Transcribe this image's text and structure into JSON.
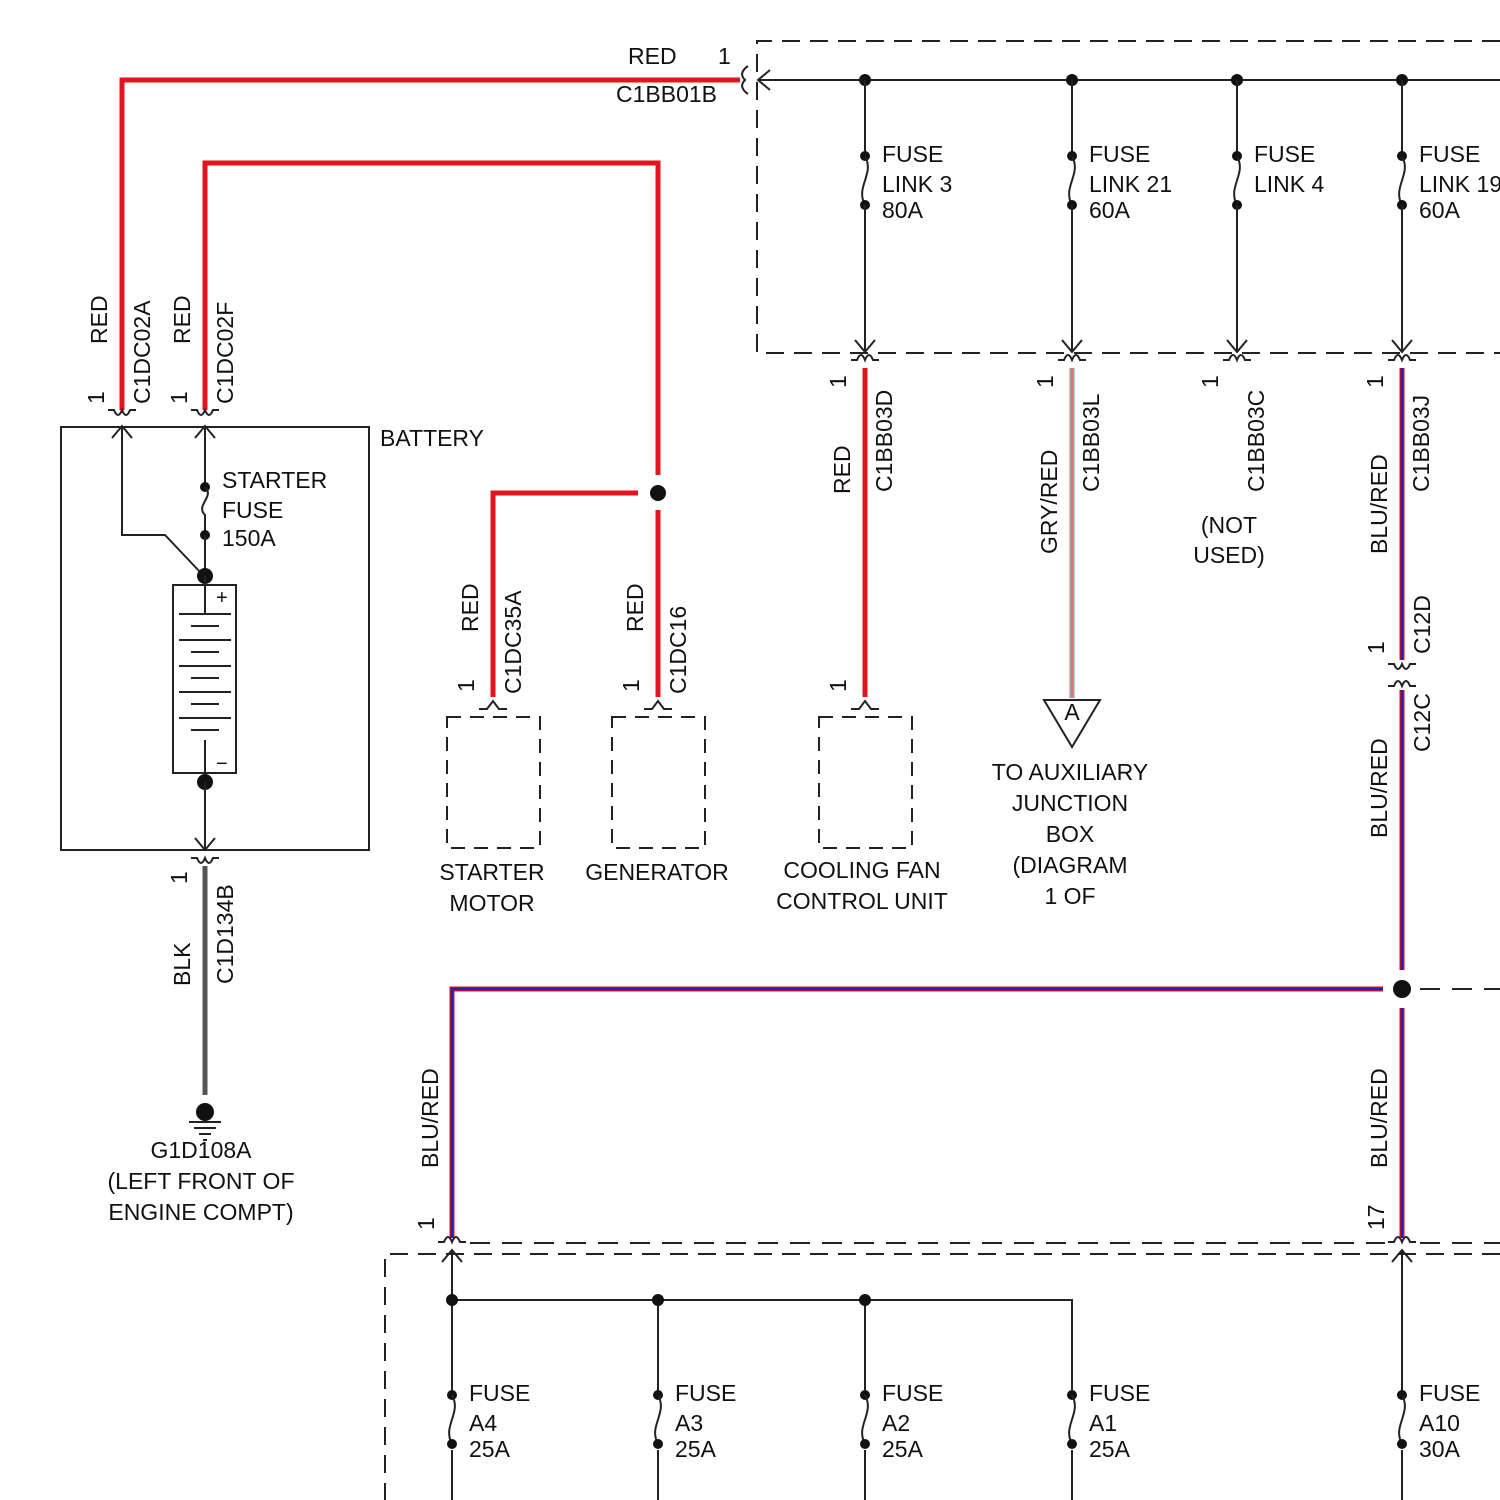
{
  "colors": {
    "red": "#e3141b",
    "blu_red_outer": "#d0141b",
    "blu_red_inner": "#2a1fb5",
    "gry_red_outer": "#9a9a9a",
    "gry_red_inner": "#e07878",
    "blk": "#555555",
    "line": "#222222"
  },
  "top_wire": {
    "color": "RED",
    "pin": "1",
    "connector": "C1BB01B"
  },
  "battery": {
    "title": "BATTERY",
    "fuse_lines": [
      "STARTER",
      "FUSE",
      "150A"
    ],
    "plus": "+",
    "minus": "−",
    "conn_left": {
      "pin": "1",
      "color": "RED",
      "connector": "C1DC02A"
    },
    "conn_right": {
      "pin": "1",
      "color": "RED",
      "connector": "C1DC02F"
    },
    "ground_conn": {
      "pin": "1",
      "color": "BLK",
      "connector": "C1D134B"
    }
  },
  "ground": {
    "lines": [
      "G1D108A",
      "(LEFT FRONT OF",
      "ENGINE COMPT)"
    ]
  },
  "fuse_links": [
    {
      "lines": [
        "FUSE",
        "LINK 3",
        "80A"
      ]
    },
    {
      "lines": [
        "FUSE",
        "LINK 21",
        "60A"
      ]
    },
    {
      "lines": [
        "FUSE",
        "LINK 4",
        ""
      ]
    },
    {
      "lines": [
        "FUSE",
        "LINK 19",
        "60A"
      ]
    }
  ],
  "fuse_link_outputs": [
    {
      "pin": "1",
      "color": "RED",
      "connector": "C1BB03D"
    },
    {
      "pin": "1",
      "color": "GRY/RED",
      "connector": "C1BB03L"
    },
    {
      "pin": "1",
      "color": "",
      "connector": "C1BB03C",
      "note_lines": [
        "(NOT",
        "USED)"
      ]
    },
    {
      "pin": "1",
      "color": "BLU/RED",
      "connector": "C1BB03J"
    }
  ],
  "components": [
    {
      "pin": "1",
      "color": "RED",
      "connector": "C1DC35A",
      "lines": [
        "STARTER",
        "MOTOR"
      ]
    },
    {
      "pin": "1",
      "color": "RED",
      "connector": "C1DC16",
      "lines": [
        "GENERATOR"
      ]
    },
    {
      "pin": "1",
      "color": "",
      "connector": "",
      "lines": [
        "COOLING FAN",
        "CONTROL UNIT"
      ]
    }
  ],
  "aux": {
    "symbol": "A",
    "lines": [
      "TO AUXILIARY",
      "JUNCTION",
      "BOX",
      "(DIAGRAM",
      "1 OF"
    ]
  },
  "inline": {
    "pin": "1",
    "upper": "C12D",
    "lower": "C12C",
    "color": "BLU/RED"
  },
  "lower_conns": [
    {
      "pin": "1",
      "color": "BLU/RED"
    },
    {
      "pin": "17",
      "color": "BLU/RED"
    }
  ],
  "fuses": [
    {
      "lines": [
        "FUSE",
        "A4",
        "25A"
      ]
    },
    {
      "lines": [
        "FUSE",
        "A3",
        "25A"
      ]
    },
    {
      "lines": [
        "FUSE",
        "A2",
        "25A"
      ]
    },
    {
      "lines": [
        "FUSE",
        "A1",
        "25A"
      ]
    },
    {
      "lines": [
        "FUSE",
        "A10",
        "30A"
      ]
    }
  ]
}
